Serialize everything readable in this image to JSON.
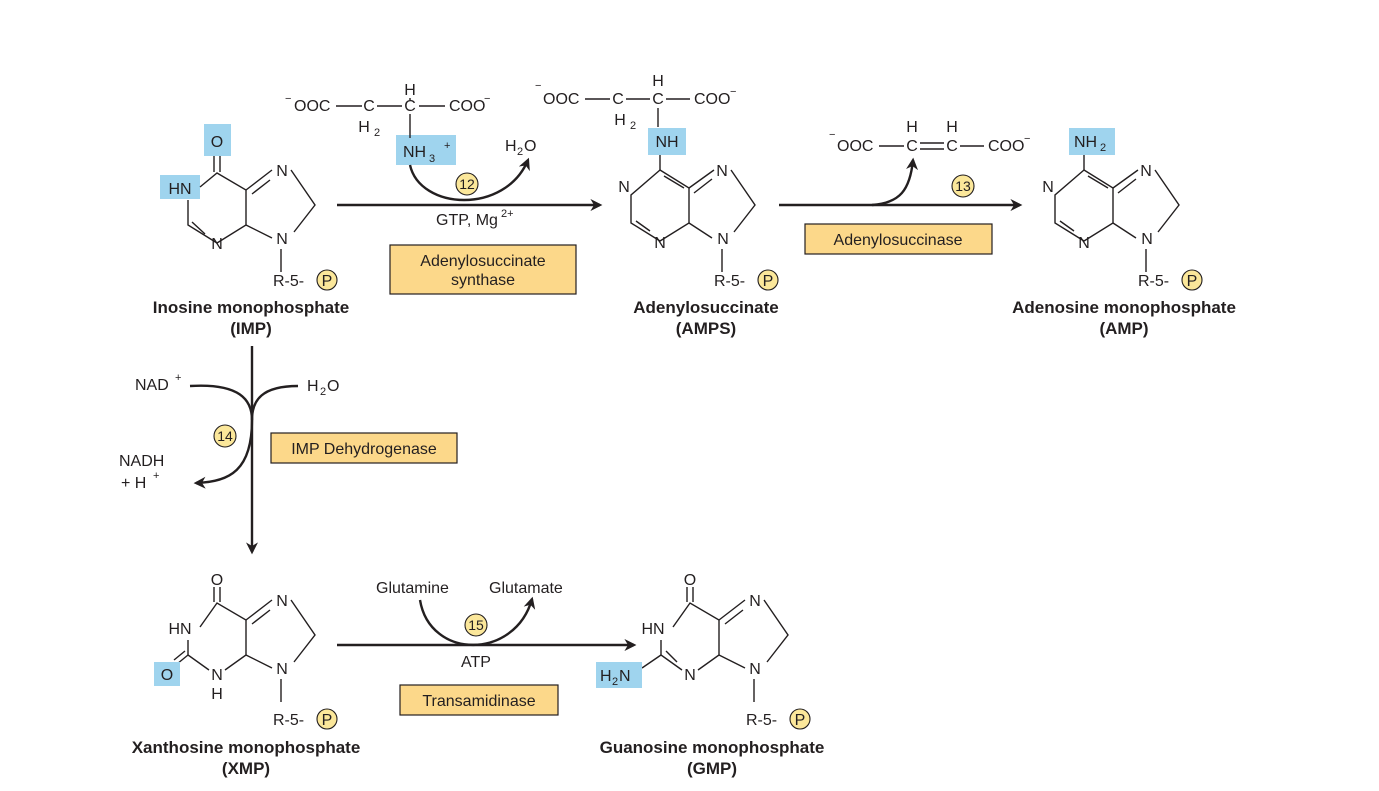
{
  "molecules": {
    "imp": {
      "name": "Inosine monophosphate",
      "abbr": "(IMP)",
      "o": "O",
      "hn": "HN",
      "n7": "N",
      "n3": "N",
      "n9": "N",
      "r": "R-5-",
      "p": "P"
    },
    "amps": {
      "name": "Adenylosuccinate",
      "abbr": "(AMPS)",
      "nh": "NH",
      "n1": "N",
      "n7": "N",
      "n3": "N",
      "n9": "N",
      "r": "R-5-",
      "p": "P"
    },
    "amp": {
      "name": "Adenosine monophosphate",
      "abbr": "(AMP)",
      "nh2": "NH",
      "n1": "N",
      "n7": "N",
      "n3": "N",
      "n9": "N",
      "r": "R-5-",
      "p": "P"
    },
    "xmp": {
      "name": "Xanthosine monophosphate",
      "abbr": "(XMP)",
      "o6": "O",
      "hn": "HN",
      "o2": "O",
      "nh": "N",
      "h": "H",
      "n7": "N",
      "n9": "N",
      "r": "R-5-",
      "p": "P"
    },
    "gmp": {
      "name": "Guanosine monophosphate",
      "abbr": "(GMP)",
      "o": "O",
      "hn": "HN",
      "h2n": "H",
      "n3": "N",
      "n7": "N",
      "n9": "N",
      "r": "R-5-",
      "p": "P"
    }
  },
  "aspartate": {
    "left": "OOC",
    "c1": "C",
    "c2": "C",
    "right": "COO",
    "h": "H",
    "h2": "H",
    "nh3": "NH"
  },
  "succ_chain": {
    "left": "OOC",
    "c1": "C",
    "c2": "C",
    "right": "COO",
    "h": "H",
    "h2": "H"
  },
  "fumarate": {
    "left": "OOC",
    "c1": "C",
    "c2": "C",
    "right": "COO",
    "h1": "H",
    "h2": "H"
  },
  "reactions": [
    {
      "step": "12",
      "enzyme_line1": "Adenylosuccinate",
      "enzyme_line2": "synthase",
      "cofactor": "GTP, Mg",
      "cofactor_charge": "2+",
      "product": "H",
      "product_sub": "O"
    },
    {
      "step": "13",
      "enzyme": "Adenylosuccinase"
    },
    {
      "step": "14",
      "enzyme": "IMP Dehydrogenase",
      "in1": "NAD",
      "in2": "H",
      "in2_sub": "O",
      "out1": "NADH",
      "out2": "+ H"
    },
    {
      "step": "15",
      "enzyme": "Transamidinase",
      "in": "Glutamine",
      "out": "Glutamate",
      "cofactor": "ATP"
    }
  ],
  "colors": {
    "highlight": "#9fd4ee",
    "enzyme_box": "#fcd88a",
    "step_circle": "#fbe79a",
    "ink": "#231f20"
  }
}
